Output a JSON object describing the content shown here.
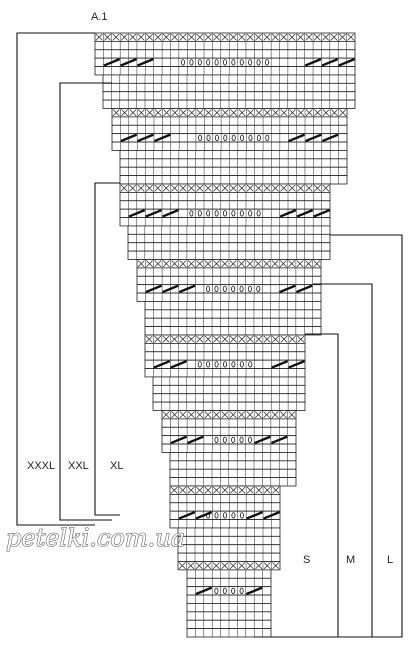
{
  "diagram": {
    "title": "A.1",
    "size_labels_left": [
      "XXXL",
      "XXL",
      "XL"
    ],
    "size_labels_right": [
      "S",
      "M",
      "L"
    ],
    "watermark": "petelki.com.ua",
    "symbols": [
      "purl-cross",
      "knit-blank",
      "slant-decrease",
      "yarn-over-oval"
    ],
    "colors": {
      "grid": "#222222",
      "line": "#111111",
      "background": "#ffffff"
    }
  }
}
